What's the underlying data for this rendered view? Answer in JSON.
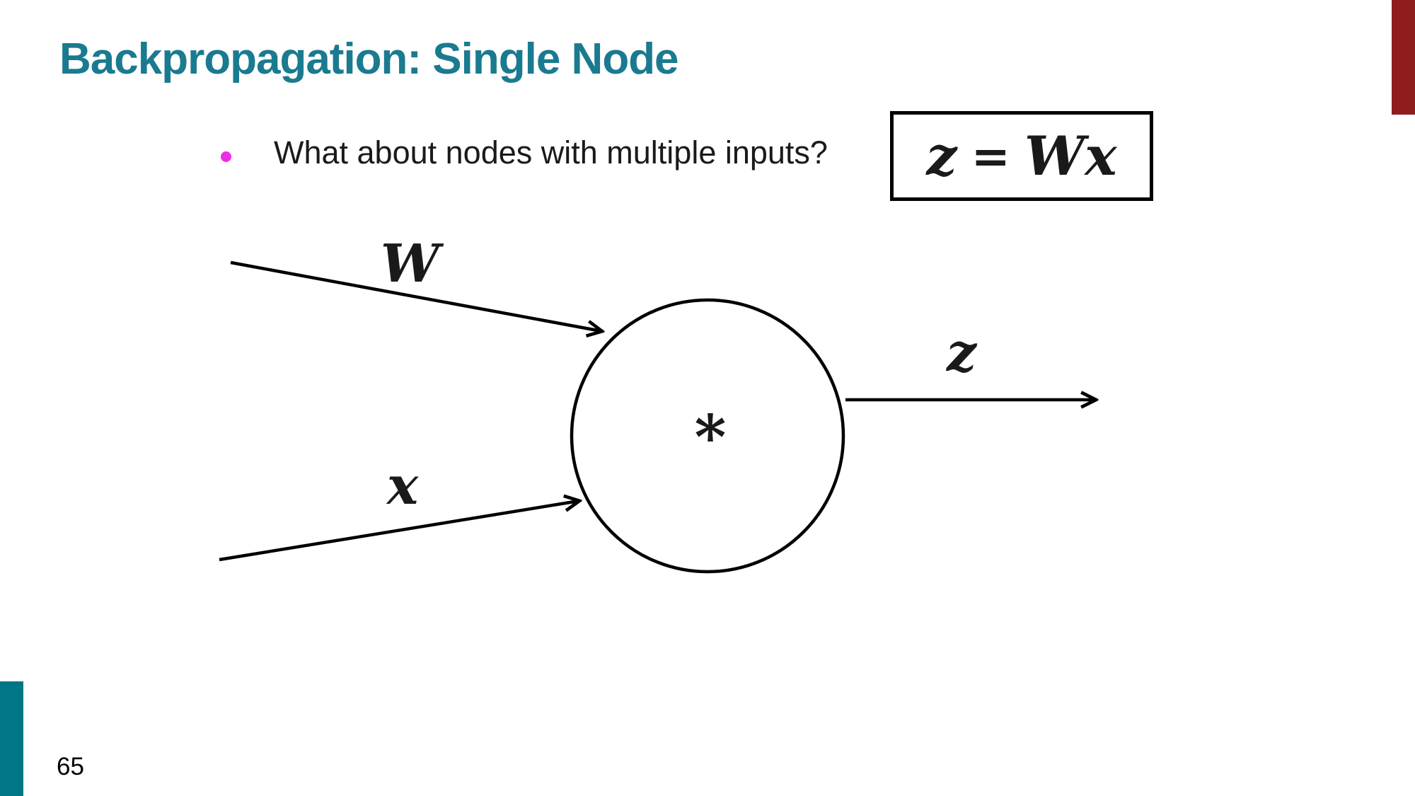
{
  "theme": {
    "title_color": "#1a7a90",
    "accent_red": "#8f1d1d",
    "accent_teal": "#007687",
    "bullet_color": "#ee2ce4",
    "text_color": "#1a1a1a"
  },
  "slide": {
    "title": "Backpropagation: Single Node",
    "page_number": "65"
  },
  "bullet": {
    "text": "What about nodes with multiple inputs?"
  },
  "formula": {
    "lhs": "z",
    "equals": "=",
    "rhs_coeff": "W",
    "rhs_var": "x"
  },
  "diagram": {
    "operator": "*",
    "input1_label": "W",
    "input2_label": "x",
    "output_label": "z"
  }
}
